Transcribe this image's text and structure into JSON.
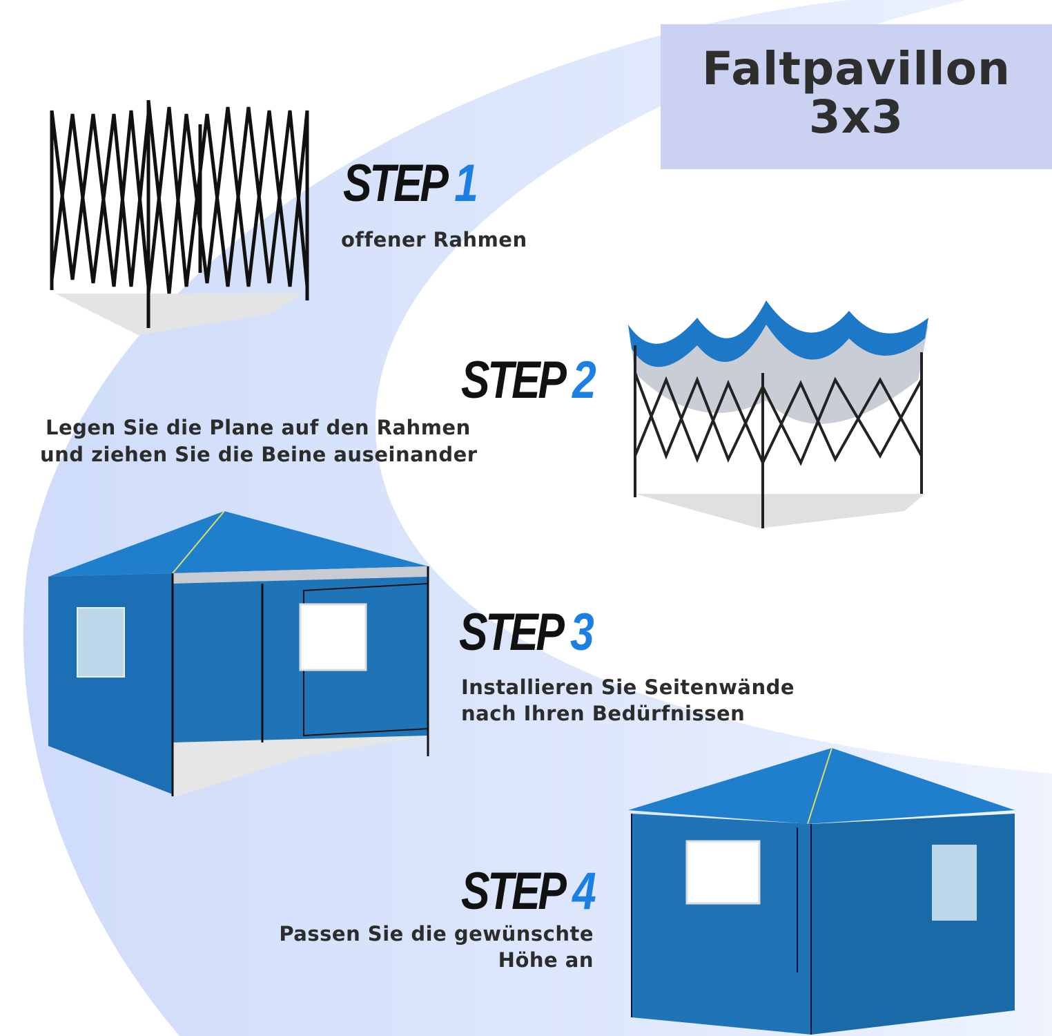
{
  "title": {
    "line1": "Faltpavillon",
    "line2": "3x3"
  },
  "steps": [
    {
      "label": "STEP",
      "number": "1",
      "lines": [
        "offener Rahmen"
      ]
    },
    {
      "label": "STEP",
      "number": "2",
      "lines": [
        "Legen Sie die Plane auf den Rahmen",
        "und ziehen Sie die Beine auseinander"
      ]
    },
    {
      "label": "STEP",
      "number": "3",
      "lines": [
        "Installieren Sie Seitenwände",
        "nach Ihren Bedürfnissen"
      ]
    },
    {
      "label": "STEP",
      "number": "4",
      "lines": [
        "Passen Sie die gewünschte",
        "Höhe an"
      ]
    }
  ],
  "colors": {
    "accent": "#1b7fe3",
    "tent": "#1f74b8",
    "title_bg": "#cbd2f1",
    "swoosh": "#d6e2fb"
  }
}
